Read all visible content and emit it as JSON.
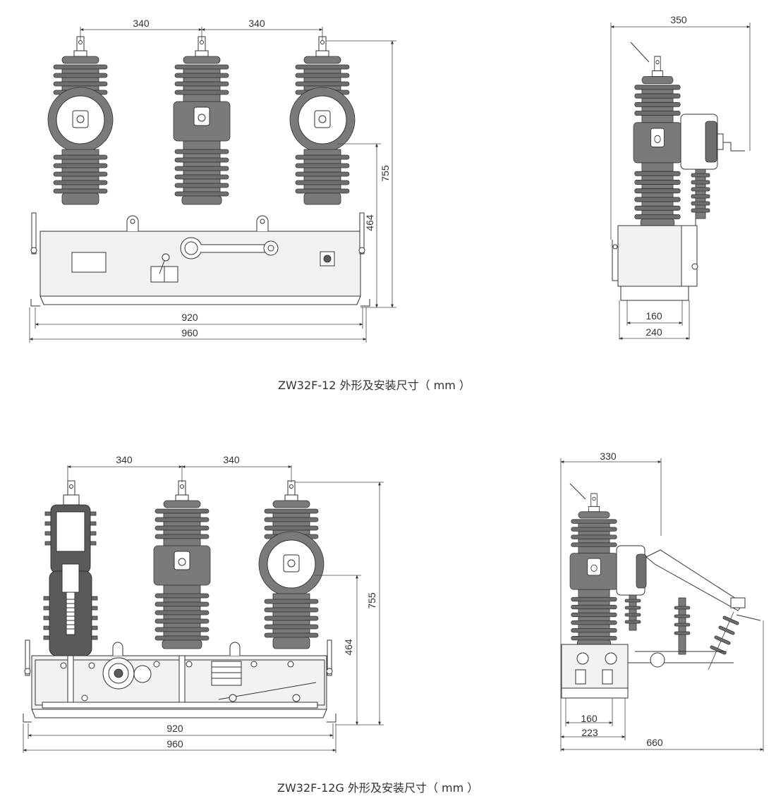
{
  "diagram_top": {
    "caption": "ZW32F-12 外形及安装尺寸（ mm ）",
    "front": {
      "pitch_1": "340",
      "pitch_2": "340",
      "height_total": "755",
      "height_base": "464",
      "mount_width": "920",
      "overall_width": "960"
    },
    "side": {
      "depth_total": "350",
      "mount_depth": "160",
      "base_depth": "240"
    }
  },
  "diagram_bottom": {
    "caption": "ZW32F-12G 外形及安装尺寸（ mm ）",
    "front": {
      "pitch_1": "340",
      "pitch_2": "340",
      "height_total": "755",
      "height_base": "464",
      "mount_width": "920",
      "overall_width": "960"
    },
    "side": {
      "depth_total": "330",
      "mount_depth": "160",
      "base_depth": "223",
      "overall_depth": "660"
    }
  }
}
